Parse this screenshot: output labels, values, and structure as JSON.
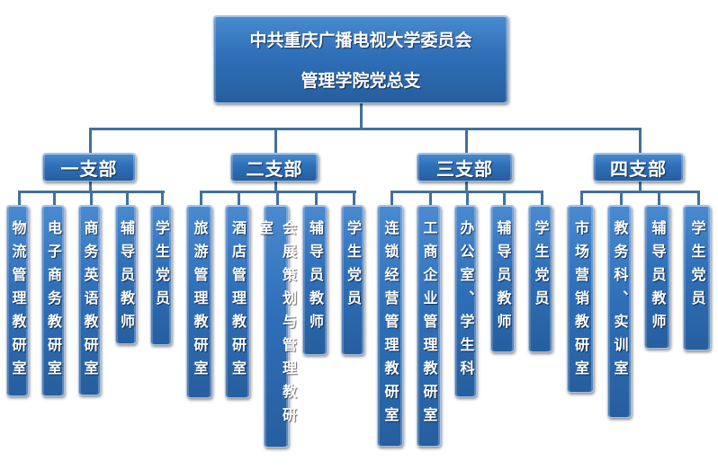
{
  "root": {
    "line1": "中共重庆广播电视大学委员会",
    "line2": "管理学院党总支"
  },
  "branches": [
    {
      "label": "一支部",
      "units": [
        "物流管理教研室",
        "电子商务教研室",
        "商务英语教研室",
        "辅导员教师",
        "学生党员"
      ]
    },
    {
      "label": "二支部",
      "units": [
        "旅游管理教研室",
        "酒店管理教研室",
        "会展策划与管理教研室",
        "辅导员教师",
        "学生党员"
      ]
    },
    {
      "label": "三支部",
      "units": [
        "连锁经营管理教研室",
        "工商企业管理教研室",
        "办公室、学生科",
        "辅导员教师",
        "学生党员"
      ]
    },
    {
      "label": "四支部",
      "units": [
        "市场营销教研室",
        "教务科、实训室",
        "辅导员教师",
        "学生党员"
      ]
    }
  ]
}
